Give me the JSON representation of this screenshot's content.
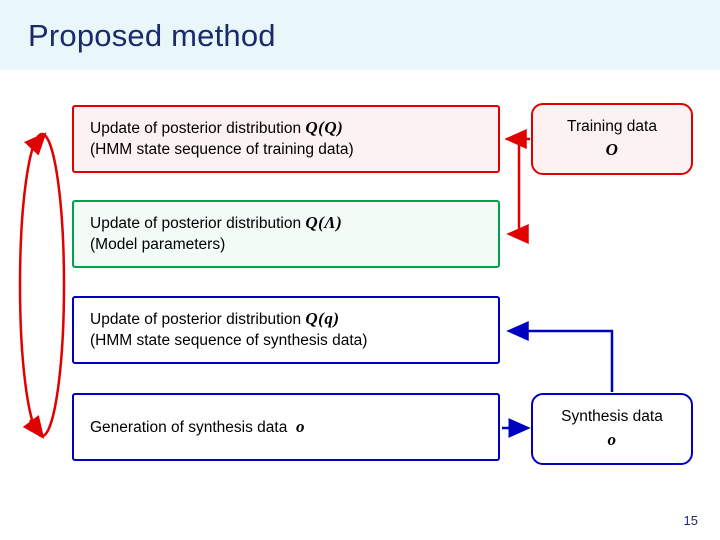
{
  "slide": {
    "title": "Proposed method",
    "page_number": "15",
    "header_band_color": "#eaf7fa",
    "title_color": "#1b2a6b"
  },
  "colors": {
    "red": "#e00000",
    "green": "#00a14b",
    "blue": "#0000c0"
  },
  "boxes": {
    "posterior_Q": {
      "line1": "Update of posterior distribution",
      "symbol": "Q(Q)",
      "line2": "(HMM state sequence of training data)",
      "border_color": "#e00000"
    },
    "posterior_Lambda": {
      "line1": "Update of posterior distribution",
      "symbol": "Q(Λ)",
      "line2": "(Model parameters)",
      "border_color": "#00a14b"
    },
    "posterior_q": {
      "line1": "Update of posterior distribution",
      "symbol": "Q(q)",
      "line2": "(HMM state sequence of synthesis data)",
      "border_color": "#0000c0"
    },
    "generation": {
      "line1": "Generation of synthesis data",
      "symbol": "o",
      "border_color": "#0000c0"
    },
    "training_data": {
      "label": "Training data",
      "symbol": "O",
      "border_color": "#e00000"
    },
    "synthesis_data": {
      "label": "Synthesis data",
      "symbol": "o",
      "border_color": "#0000c0"
    }
  },
  "arrows": {
    "loop_label": "iteration-loop",
    "training_to_Q": "training-data-to-posterior-Q",
    "training_to_Lambda": "training-data-to-posterior-Lambda",
    "synthesis_to_q": "synthesis-data-to-posterior-q",
    "generation_to_synthesis": "generation-to-synthesis-data"
  }
}
